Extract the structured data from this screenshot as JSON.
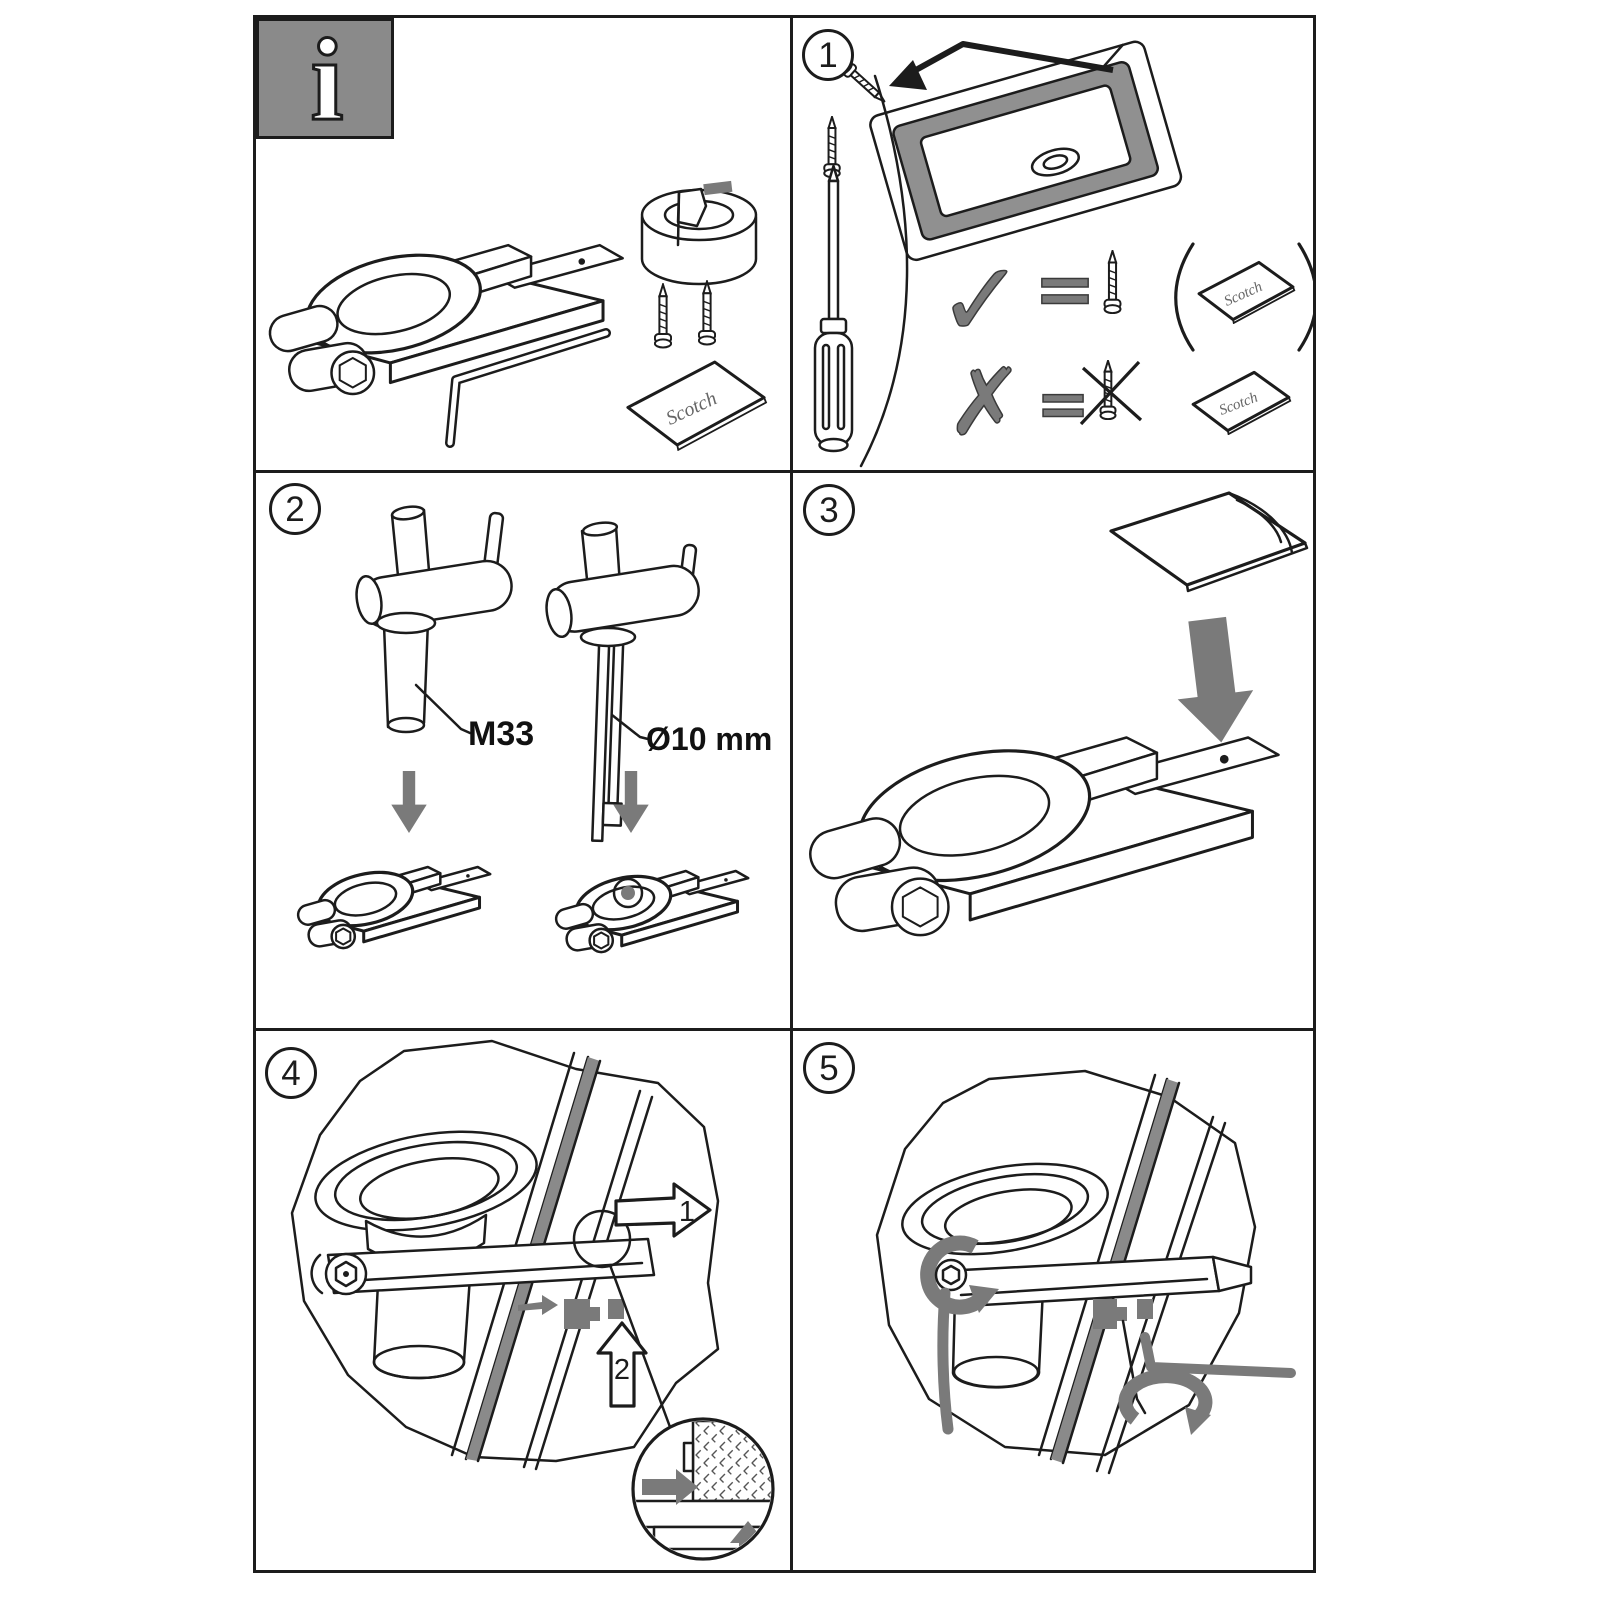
{
  "document": {
    "type": "faucet-mounting-assembly-instructions",
    "colors": {
      "line": "#1c1c1c",
      "accent_gray": "#7a7a7a",
      "icon_gray": "#8a8a8a",
      "paper": "#ffffff"
    },
    "panels": {
      "info": {
        "badge": "i",
        "pad_brand": "Scotch",
        "parts": [
          "mounting-clamp-assembly",
          "split-collar-bushing",
          "screw",
          "screw",
          "allen-key",
          "adhesive-pad"
        ]
      },
      "step1": {
        "badge": "1",
        "check_symbol": "✓",
        "cross_symbol": "✗",
        "equals_symbol": "=",
        "pad_brand": "Scotch",
        "tools": [
          "screw",
          "screwdriver",
          "sink-underside"
        ]
      },
      "step2": {
        "badge": "2",
        "thread_label": "M33",
        "pipe_label": "Ø10 mm"
      },
      "step3": {
        "badge": "3"
      },
      "step4": {
        "badge": "4",
        "arrow_1_label": "1",
        "arrow_2_label": "2"
      },
      "step5": {
        "badge": "5"
      }
    }
  }
}
